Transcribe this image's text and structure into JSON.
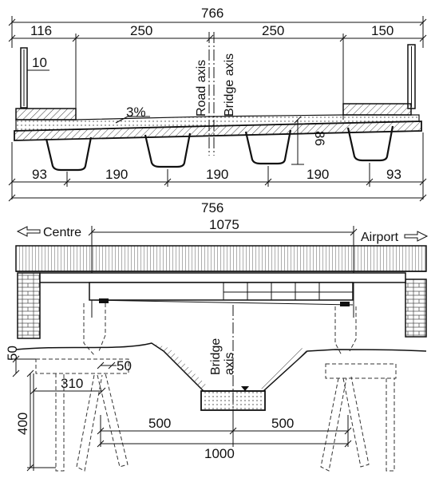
{
  "cross_section": {
    "overall_top": "766",
    "top_dims": [
      "116",
      "250",
      "250",
      "150"
    ],
    "railing_dim": "10",
    "slope": "3%",
    "road_axis": "Road axis",
    "bridge_axis": "Bridge axis",
    "girder_depth": "86",
    "bottom_dims": [
      "93",
      "190",
      "190",
      "190",
      "93"
    ],
    "overall_bottom": "756"
  },
  "elevation": {
    "left_direction": "Centre",
    "right_direction": "Airport",
    "span": "1075",
    "bridge_axis_line1": "Bridge",
    "bridge_axis_line2": "axis",
    "dim_50_left": "50",
    "dim_50_right": "50",
    "dim_310": "310",
    "dim_400": "400",
    "dim_500_left": "500",
    "dim_500_right": "500",
    "dim_1000": "1000"
  }
}
